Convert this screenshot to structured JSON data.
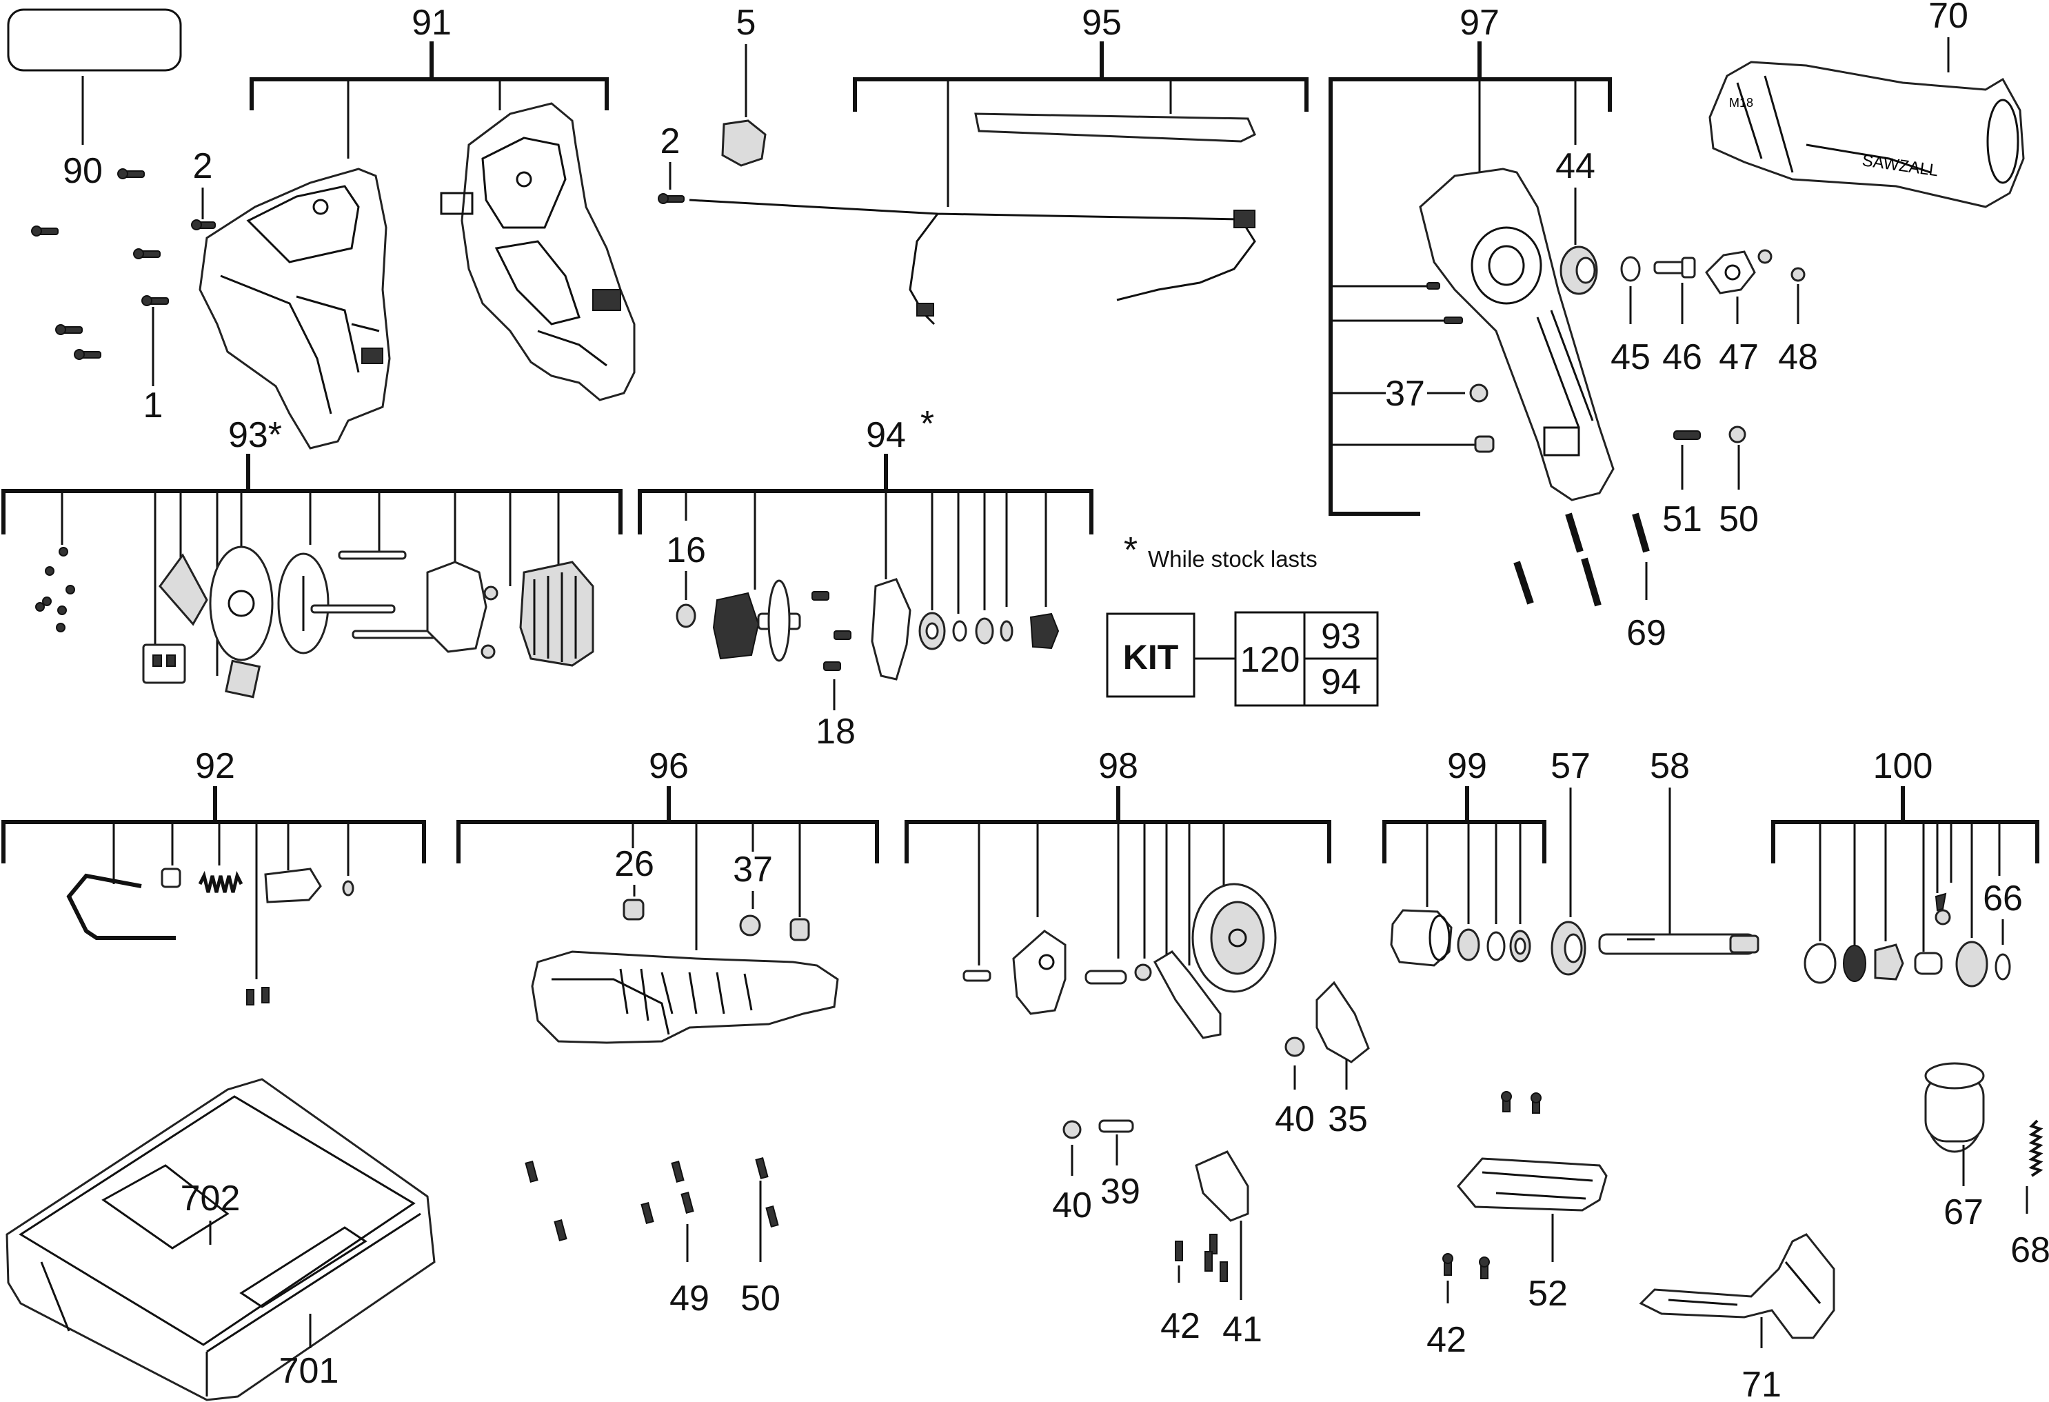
{
  "labels": {
    "n90": "90",
    "n91": "91",
    "n5": "5",
    "n95": "95",
    "n97": "97",
    "n70": "70",
    "n2a": "2",
    "n2b": "2",
    "n1": "1",
    "n44": "44",
    "n45": "45",
    "n46": "46",
    "n47": "47",
    "n48": "48",
    "n37a": "37",
    "n51": "51",
    "n50a": "50",
    "n69": "69",
    "n93": "93*",
    "n94": "94",
    "n94star": "*",
    "n16": "16",
    "n18": "18",
    "n92": "92",
    "n96": "96",
    "n26": "26",
    "n37b": "37",
    "n98": "98",
    "n99": "99",
    "n57": "57",
    "n58": "58",
    "n100": "100",
    "n66": "66",
    "n40a": "40",
    "n35": "35",
    "n40b": "40",
    "n39": "39",
    "n42a": "42",
    "n41": "41",
    "n49": "49",
    "n50b": "50",
    "n52": "52",
    "n42b": "42",
    "n67": "67",
    "n68": "68",
    "n71": "71",
    "n702": "702",
    "n701": "701"
  },
  "note": {
    "star": "*",
    "text": "While stock lasts"
  },
  "kit": {
    "title": "KIT",
    "number": "120",
    "top": "93",
    "bottom": "94"
  },
  "logos": {
    "sawzall": "SAWZALL",
    "m18": "M18"
  }
}
